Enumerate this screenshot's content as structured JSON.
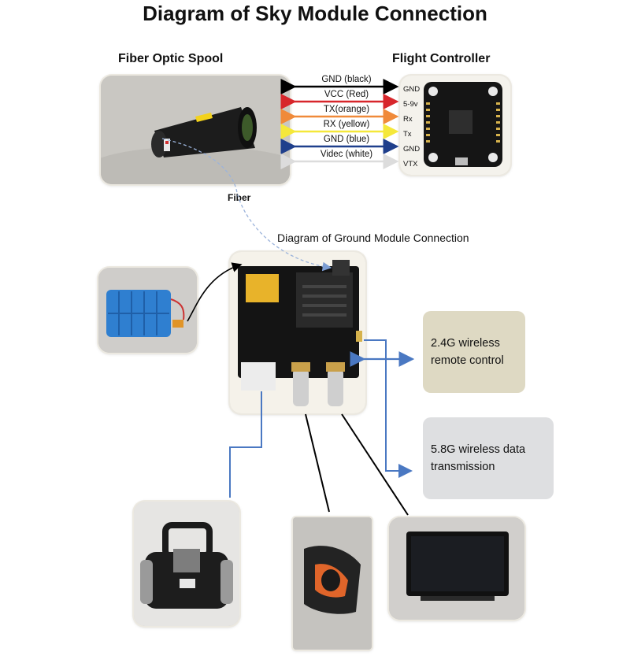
{
  "title": "Diagram of Sky Module Connection",
  "spool_label": "Fiber Optic Spool",
  "fc_label": "Flight Controller",
  "ground_title": "Diagram of Ground Module Connection",
  "fiber_label": "Fiber",
  "wires": [
    {
      "label": "GND (black)",
      "pin": "GND",
      "color": "#000000"
    },
    {
      "label": "VCC (Red)",
      "pin": "5-9v",
      "color": "#d7262b"
    },
    {
      "label": "TX(orange)",
      "pin": "Rx",
      "color": "#f08a3a"
    },
    {
      "label": "RX (yellow)",
      "pin": "Tx",
      "color": "#f5e83a"
    },
    {
      "label": "GND (blue)",
      "pin": "GND",
      "color": "#1f3f8c"
    },
    {
      "label": "Videc (white)",
      "pin": "VTX",
      "color": "#e4e4e4"
    }
  ],
  "wireless_rc": "2.4G wireless remote control",
  "wireless_vtx": "5.8G wireless data transmission",
  "colors": {
    "link_blue": "#4a78c2",
    "box_rc": "#ded9c3",
    "box_vtx": "#dedfe1"
  }
}
